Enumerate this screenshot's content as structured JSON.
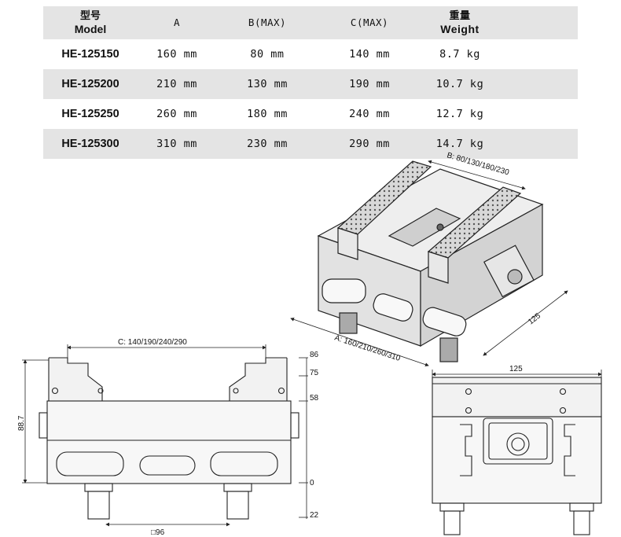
{
  "table": {
    "headers": [
      {
        "zh": "型号",
        "en": "Model"
      },
      {
        "zh": "",
        "en": "A"
      },
      {
        "zh": "",
        "en": "B(MAX)"
      },
      {
        "zh": "",
        "en": "C(MAX)"
      },
      {
        "zh": "重量",
        "en": "Weight"
      }
    ],
    "rows": [
      [
        "HE-125150",
        "160 mm",
        "80 mm",
        "140 mm",
        "8.7 kg"
      ],
      [
        "HE-125200",
        "210 mm",
        "130 mm",
        "190 mm",
        "10.7 kg"
      ],
      [
        "HE-125250",
        "260 mm",
        "180 mm",
        "240 mm",
        "12.7 kg"
      ],
      [
        "HE-125300",
        "310 mm",
        "230 mm",
        "290 mm",
        "14.7 kg"
      ]
    ]
  },
  "iso_view": {
    "label_b": "B: 80/130/180/230",
    "label_a": "A: 160/210/260/310",
    "label_side": "125"
  },
  "front_view": {
    "label_c": "C: 140/190/240/290",
    "label_height": "88.7",
    "dim_86": "86",
    "dim_75": "75",
    "dim_58": "58",
    "dim_0": "0",
    "dim_22": "22",
    "label_bottom": "□96"
  },
  "side_view": {
    "label_top": "125"
  }
}
